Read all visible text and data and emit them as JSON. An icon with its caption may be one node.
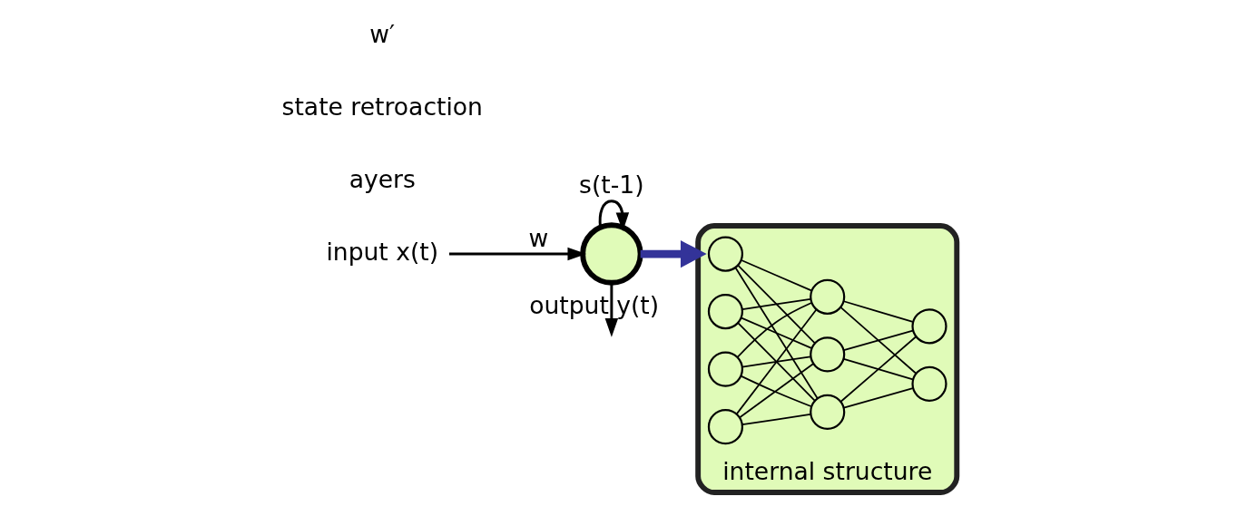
{
  "diagram": {
    "nodes": [
      {
        "text": [
          "input x(t)"
        ]
      },
      {
        "text": [],
        "shape": "circle"
      },
      {
        "text": [
          "internal structure"
        ]
      },
      {
        "text": [],
        "shape": "circle",
        "in": 2
      },
      {
        "text": [],
        "shape": "circle",
        "in": 2
      },
      {
        "text": [],
        "shape": "circle",
        "in": 2
      },
      {
        "text": [],
        "shape": "circle",
        "in": 2
      },
      {
        "text": [],
        "shape": "circle",
        "in": 2
      },
      {
        "text": [],
        "shape": "circle",
        "in": 2
      },
      {
        "text": [],
        "shape": "circle",
        "in": 2
      },
      {
        "text": [],
        "shape": "circle",
        "in": 2
      },
      {
        "text": [],
        "shape": "circle",
        "in": 2
      }
    ],
    "edges": [
      {
        "from": 0,
        "to": 1,
        "arrow": "to",
        "label": "w"
      },
      {
        "from": 1,
        "to": 1,
        "arrow": "to",
        "label": "s(t-1)"
      },
      {
        "from": 1,
        "to": null,
        "arrow": "to",
        "label": "output y(t)"
      },
      {
        "from": 1,
        "to": 2,
        "arrow": "to",
        "style": "thick",
        "color": "#333399"
      },
      {
        "from": 3,
        "to": 7,
        "arrow": "none"
      },
      {
        "from": 3,
        "to": 8,
        "arrow": "none"
      },
      {
        "from": 3,
        "to": 9,
        "arrow": "none"
      },
      {
        "from": 4,
        "to": 7,
        "arrow": "none"
      },
      {
        "from": 4,
        "to": 8,
        "arrow": "none"
      },
      {
        "from": 4,
        "to": 9,
        "arrow": "none"
      },
      {
        "from": 5,
        "to": 7,
        "arrow": "none"
      },
      {
        "from": 5,
        "to": 8,
        "arrow": "none"
      },
      {
        "from": 5,
        "to": 9,
        "arrow": "none"
      },
      {
        "from": 6,
        "to": 7,
        "arrow": "none"
      },
      {
        "from": 6,
        "to": 8,
        "arrow": "none"
      },
      {
        "from": 6,
        "to": 9,
        "arrow": "none"
      },
      {
        "from": 7,
        "to": 10,
        "arrow": "none"
      },
      {
        "from": 7,
        "to": 11,
        "arrow": "none"
      },
      {
        "from": 8,
        "to": 10,
        "arrow": "none"
      },
      {
        "from": 8,
        "to": 11,
        "arrow": "none"
      },
      {
        "from": 9,
        "to": 10,
        "arrow": "none"
      },
      {
        "from": 9,
        "to": 11,
        "arrow": "none"
      }
    ],
    "labels": [
      "ayers",
      "state retroaction",
      "w′"
    ]
  }
}
